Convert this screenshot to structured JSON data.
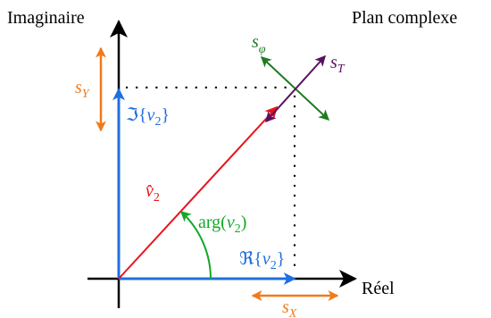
{
  "labels": {
    "imag_axis": "Imaginaire",
    "real_axis": "Réel",
    "plane_title": "Plan complexe",
    "sY_base": "s",
    "sY_sub": "Y",
    "sX_base": "s",
    "sX_sub": "X",
    "sT_base": "s",
    "sT_sub": "T",
    "sphi_base": "s",
    "sphi_sub": "φ",
    "im_v2_prefix": "ℑ{",
    "im_v2_var": "v",
    "im_v2_sub": "2",
    "im_v2_suffix": "}",
    "re_v2_prefix": "ℜ{",
    "re_v2_var": "v",
    "re_v2_sub": "2",
    "re_v2_suffix": "}",
    "vhat_base": "v̂",
    "vhat_sub": "2",
    "arg_prefix": "arg(",
    "arg_var": "v",
    "arg_sub": "2",
    "arg_suffix": ")"
  },
  "colors": {
    "axis": "#000000",
    "projection_blue": "#1f6fe0",
    "vector_red": "#e8141c",
    "uncertainty_orange": "#f07a1a",
    "angle_green": "#14a82a",
    "phase_uncertainty_green": "#1f7a23",
    "magnitude_uncertainty_purple": "#5a1060"
  }
}
